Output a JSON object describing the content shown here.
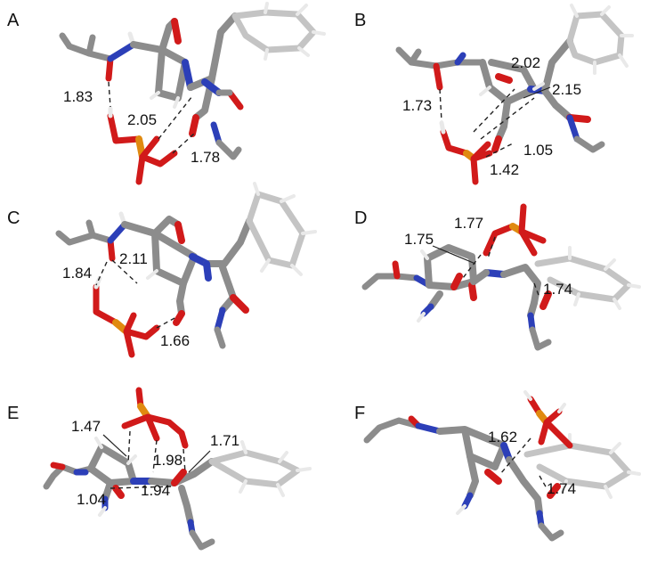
{
  "colors": {
    "carbon": "#8c8c8c",
    "carbon_light": "#c4c4c4",
    "nitrogen": "#2c3fb8",
    "oxygen": "#d11a1a",
    "phosphorus": "#e08a10",
    "hydrogen": "#e9e9e9",
    "hbond": "#222222"
  },
  "panels": [
    {
      "id": "A",
      "distances": [
        "1.83",
        "2.05",
        "1.78"
      ]
    },
    {
      "id": "B",
      "distances": [
        "2.02",
        "2.15",
        "1.73",
        "1.05",
        "1.42"
      ]
    },
    {
      "id": "C",
      "distances": [
        "2.11",
        "1.84",
        "1.66"
      ]
    },
    {
      "id": "D",
      "distances": [
        "1.77",
        "1.75",
        "1.74"
      ]
    },
    {
      "id": "E",
      "distances": [
        "1.47",
        "1.71",
        "1.98",
        "1.94",
        "1.04"
      ]
    },
    {
      "id": "F",
      "distances": [
        "1.62",
        "1.74"
      ]
    }
  ]
}
